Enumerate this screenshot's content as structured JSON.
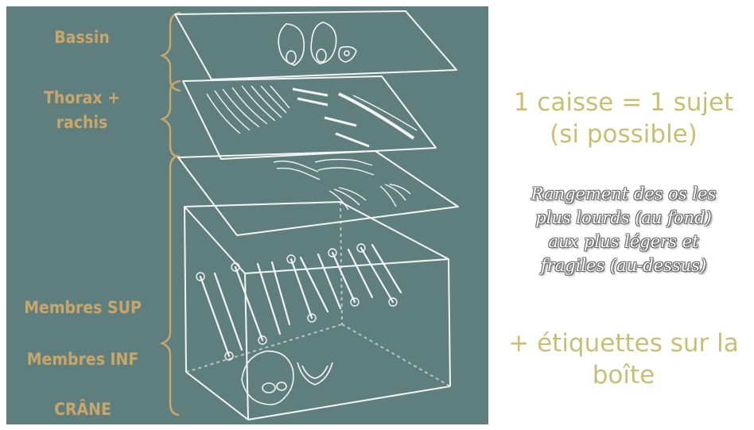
{
  "labels": {
    "bassin": "Bassin",
    "thorax_line1": "Thorax +",
    "thorax_line2": "rachis",
    "membres_sup": "Membres SUP",
    "membres_inf": "Membres INF",
    "crane": "CRÂNE"
  },
  "right_text": {
    "main_line1": "1 caisse = 1 sujet",
    "main_line2": "(si possible)",
    "note_line1": "Rangement des os les",
    "note_line2": "plus lourds (au fond)",
    "note_line3": "aux plus légers et",
    "note_line4": "fragiles (au-dessus)",
    "extra_line1": "+ étiquettes sur la",
    "extra_line2": "boîte"
  },
  "colors": {
    "panel_background": "#5f7f7e",
    "label_color": "#c9a66a",
    "main_text_color": "#c8bf74",
    "sketch_color": "#ffffff"
  }
}
